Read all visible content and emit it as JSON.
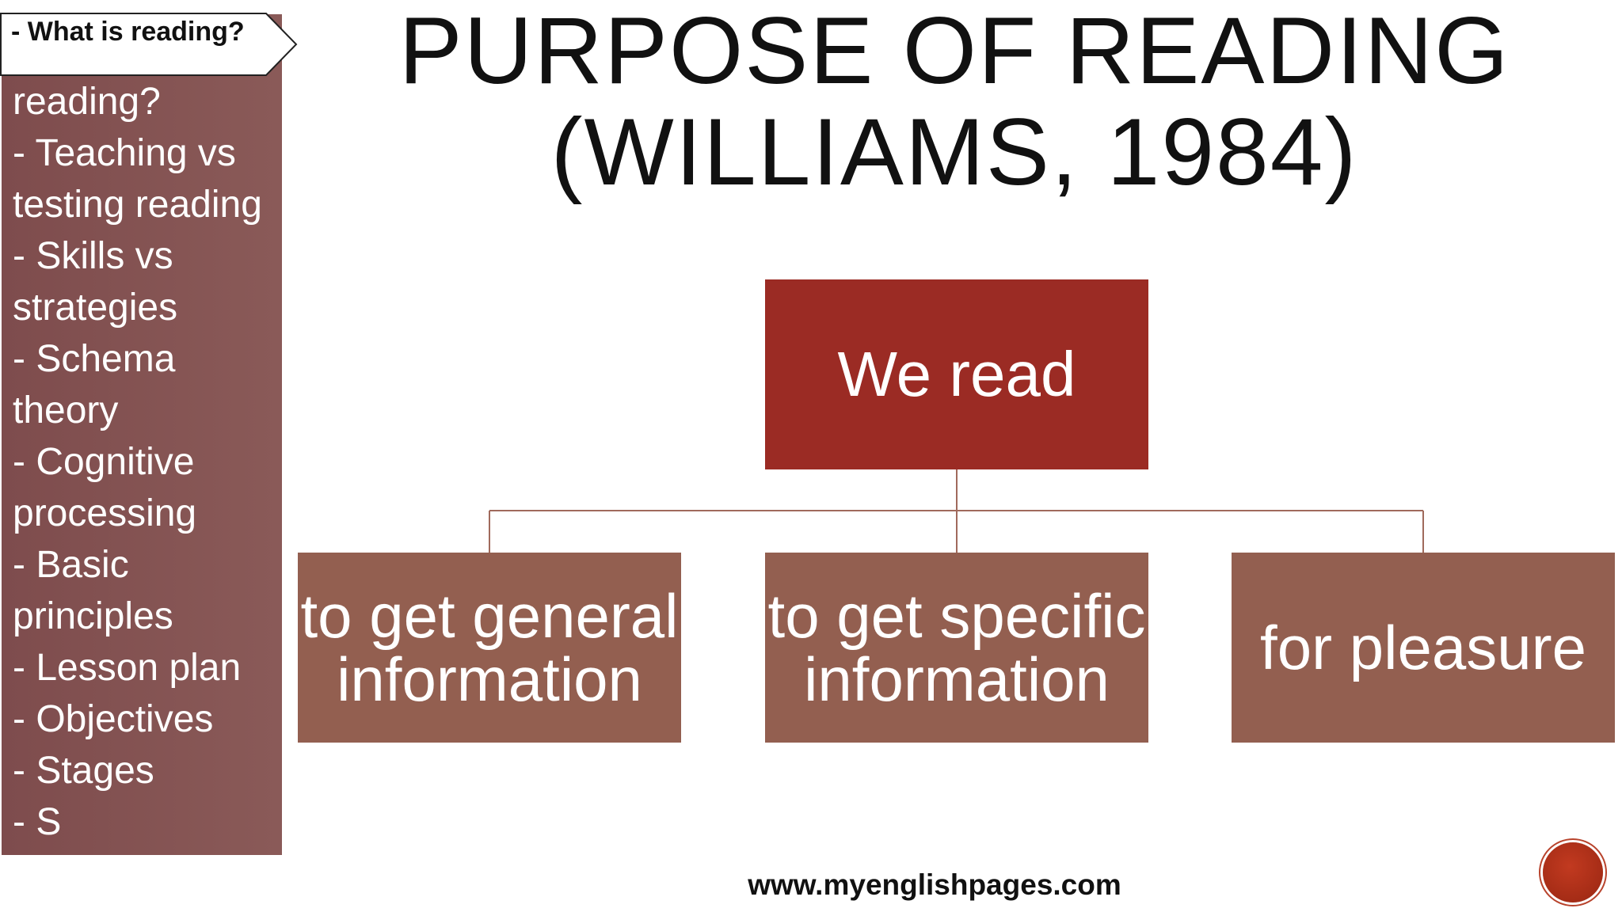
{
  "slide": {
    "title_lines": [
      "PURPOSE OF READING",
      "(WILLIAMS, 1984)"
    ]
  },
  "sidebar": {
    "current_item": "- What is reading?",
    "items": [
      "reading?",
      "- Teaching vs testing reading",
      "- Skills vs strategies",
      "- Schema theory",
      "- Cognitive processing",
      "- Basic principles",
      "- Lesson plan",
      "- Objectives",
      "- Stages"
    ],
    "partial_next_item": "- S"
  },
  "diagram": {
    "root": "We read",
    "children": [
      "to get general information",
      "to get specific information",
      "for pleasure"
    ]
  },
  "footer": {
    "url": "www.myenglishpages.com"
  },
  "colors": {
    "root_fill": "#9b2b24",
    "child_fill": "#935f50",
    "sidebar_fill": "#7e4c4d",
    "connector": "#a06a5c",
    "nav_button": "#b33420"
  }
}
